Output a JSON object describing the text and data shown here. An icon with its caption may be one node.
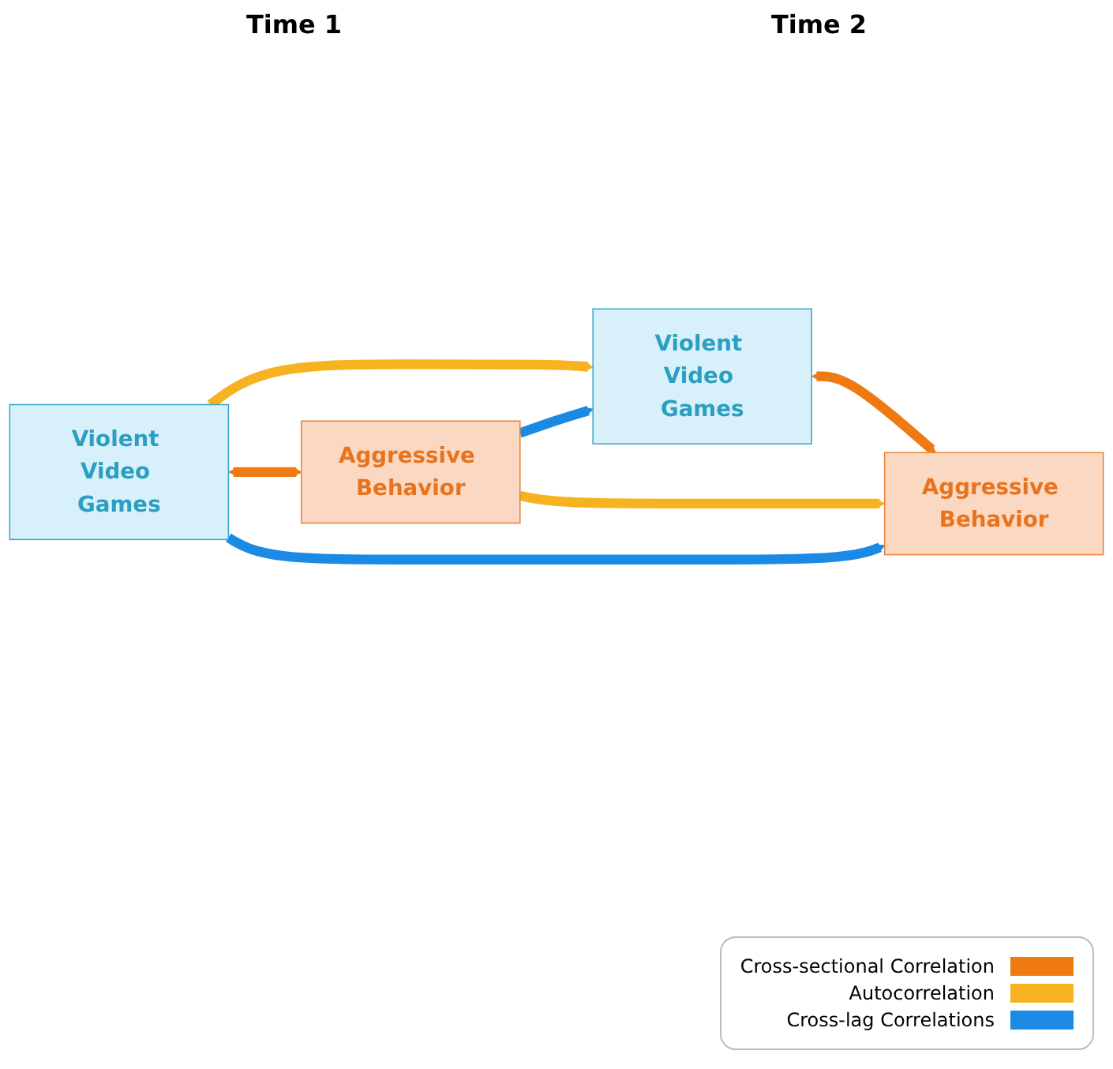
{
  "diagram": {
    "nodes": [
      {
        "text": [
          "Violent Video Games"
        ]
      },
      {
        "text": [
          "Violent Video Games"
        ]
      },
      {
        "text": [
          "Aggressive Behavior"
        ]
      },
      {
        "text": [
          "Aggressive Behavior"
        ]
      }
    ],
    "edges": [
      {
        "from": 0,
        "to": 1,
        "arrow": "to",
        "color": "#f7b21f"
      },
      {
        "from": 0,
        "to": 2,
        "arrow": "both",
        "color": "#f07a12"
      },
      {
        "from": 1,
        "to": 3,
        "arrow": "both",
        "color": "#f07a12"
      },
      {
        "from": 0,
        "to": 3,
        "arrow": "to",
        "color": "#1a8ae5"
      },
      {
        "from": 2,
        "to": 1,
        "arrow": "to",
        "color": "#1a8ae5"
      },
      {
        "from": 2,
        "to": 3,
        "arrow": "to",
        "color": "#f7b21f"
      }
    ],
    "labels": [
      "Time 1",
      "Time 2"
    ],
    "legend": [
      {
        "text": "Cross-sectional Correlation",
        "color": "#f07a12"
      },
      {
        "text": "Autocorrelation",
        "color": "#f7b21f"
      },
      {
        "text": "Cross-lag Correlations",
        "color": "#1a8ae5"
      }
    ]
  }
}
